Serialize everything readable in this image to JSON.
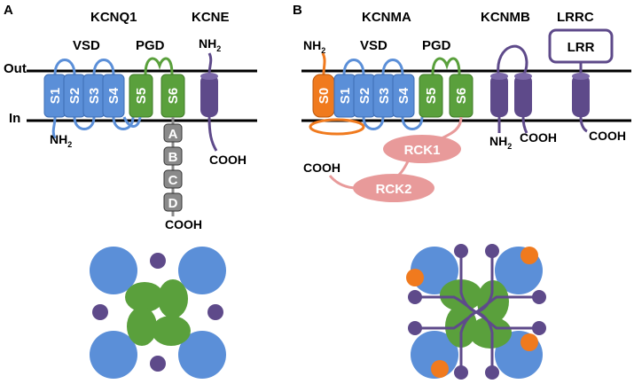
{
  "panel_a": {
    "letter": "A",
    "protein_kcnq1": "KCNQ1",
    "protein_kcne": "KCNE",
    "domain_vsd": "VSD",
    "domain_pgd": "PGD",
    "membrane_out": "Out",
    "membrane_in": "In",
    "segments": [
      "S1",
      "S2",
      "S3",
      "S4",
      "S5",
      "S6"
    ],
    "n_terminus": "NH",
    "kcne_n_terminus": "NH",
    "kcne_c_terminus": "COOH",
    "helices": [
      "A",
      "B",
      "C",
      "D"
    ],
    "c_terminus": "COOH",
    "subscript_2": "2"
  },
  "panel_b": {
    "letter": "B",
    "protein_kcnma": "KCNMA",
    "protein_kcnmb": "KCNMB",
    "protein_lrrc": "LRRC",
    "domain_vsd": "VSD",
    "domain_pgd": "PGD",
    "lrr_box": "LRR",
    "segments": [
      "S0",
      "S1",
      "S2",
      "S3",
      "S4",
      "S5",
      "S6"
    ],
    "n_terminus": "NH",
    "kcnmb_n_terminus": "NH",
    "kcnmb_c_terminus": "COOH",
    "lrrc_c_terminus": "COOH",
    "rck1": "RCK1",
    "rck2": "RCK2",
    "c_terminus": "COOH",
    "subscript_2": "2"
  },
  "colors": {
    "vsd_blue": "#5b8fd8",
    "pgd_green": "#5aa03c",
    "accessory_purple": "#5e4a8a",
    "s0_orange": "#f07a1e",
    "rck_pink": "#e89a9a",
    "helix_gray": "#8a8a8a"
  }
}
